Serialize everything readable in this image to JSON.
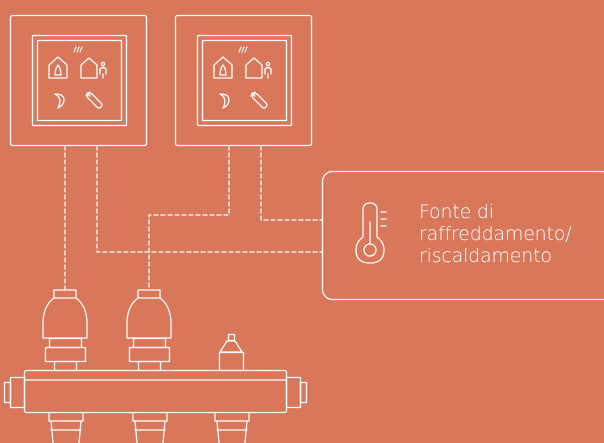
{
  "colors": {
    "background": "#D9775B",
    "line": "#ffffff"
  },
  "thermostats": [
    {
      "name": "thermostat-1",
      "icons": [
        "heat-wave-icon",
        "home-comfort-icon",
        "away-icon",
        "night-moon-icon",
        "settings-wrench-icon"
      ]
    },
    {
      "name": "thermostat-2",
      "icons": [
        "heat-wave-icon",
        "home-comfort-icon",
        "away-icon",
        "night-moon-icon",
        "settings-wrench-icon"
      ]
    }
  ],
  "source_box": {
    "icon": "thermometer-icon",
    "label_lines": [
      "Fonte di",
      "raffreddamento/",
      "riscaldamento"
    ]
  },
  "manifold": {
    "actuators": 2,
    "outlets": 3,
    "air_vent": true
  }
}
